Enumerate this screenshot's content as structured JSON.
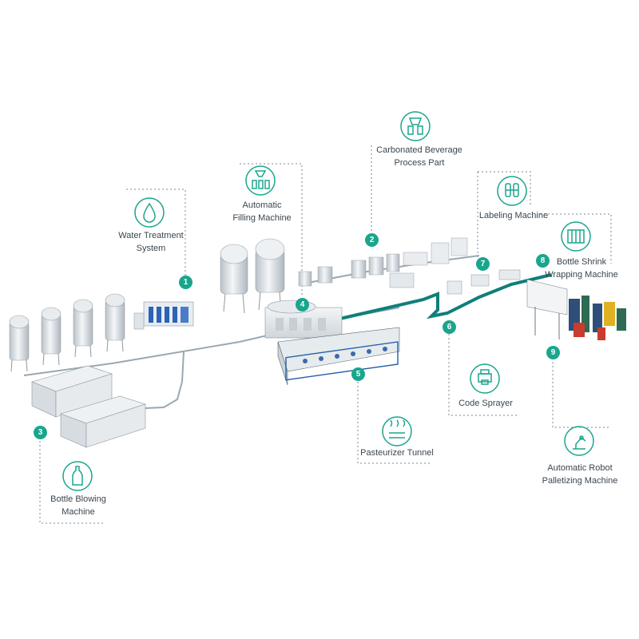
{
  "colors": {
    "accent": "#1aa58d",
    "icon": "#1aa58d",
    "text": "#3a4650",
    "conveyor": "#0f7f7a",
    "steel": "#d7dde2"
  },
  "steps": [
    {
      "number": "1",
      "lines": [
        "Water Treatment",
        "System"
      ],
      "icon": "water-drop-icon"
    },
    {
      "number": "2",
      "lines": [
        "Carbonated Beverage",
        "Process Part"
      ],
      "icon": "beverage-process-icon"
    },
    {
      "number": "3",
      "lines": [
        "Bottle Blowing",
        "Machine"
      ],
      "icon": "bottle-icon"
    },
    {
      "number": "4",
      "lines": [
        "Automatic",
        "Filling Machine"
      ],
      "icon": "filling-icon"
    },
    {
      "number": "5",
      "lines": [
        "Pasteurizer Tunnel"
      ],
      "icon": "heat-wave-icon"
    },
    {
      "number": "6",
      "lines": [
        "Code Sprayer"
      ],
      "icon": "printer-icon"
    },
    {
      "number": "7",
      "lines": [
        "Labeling Machine"
      ],
      "icon": "label-bottles-icon"
    },
    {
      "number": "8",
      "lines": [
        "Bottle Shrink",
        "Wrapping Machine"
      ],
      "icon": "shrink-wrap-icon"
    },
    {
      "number": "9",
      "lines": [
        "Automatic Robot",
        "Palletizing Machine"
      ],
      "icon": "robot-arm-icon"
    }
  ]
}
